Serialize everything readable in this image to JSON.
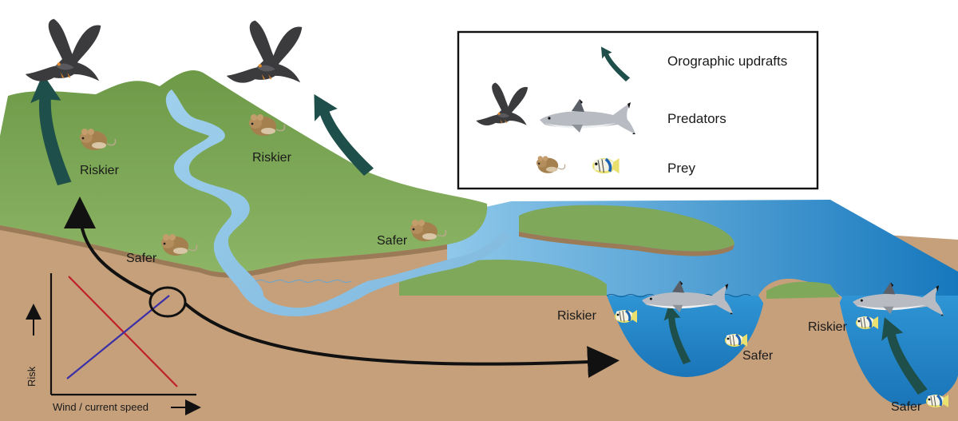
{
  "labels": {
    "riskier_1": "Riskier",
    "riskier_2": "Riskier",
    "safer_1": "Safer",
    "safer_2": "Safer",
    "riskier_3": "Riskier",
    "safer_3": "Safer",
    "riskier_4": "Riskier",
    "safer_4": "Safer"
  },
  "legend": {
    "updrafts": "Orographic updrafts",
    "predators": "Predators",
    "prey": "Prey"
  },
  "inset_graph": {
    "y_label": "Risk",
    "x_label": "Wind / current speed",
    "line_colors": [
      "#c0202a",
      "#3b2fa8"
    ]
  },
  "colors": {
    "sky": "#ffffff",
    "grass": "#7fa85a",
    "soil": "#c7a37f",
    "river": "#8fc3e3",
    "sea": "#1e86c6",
    "updraft_arrow": "#1f4f4a"
  },
  "icons": [
    "hawk-icon",
    "shark-icon",
    "mouse-icon",
    "fish-icon",
    "updraft-arrow-icon"
  ]
}
